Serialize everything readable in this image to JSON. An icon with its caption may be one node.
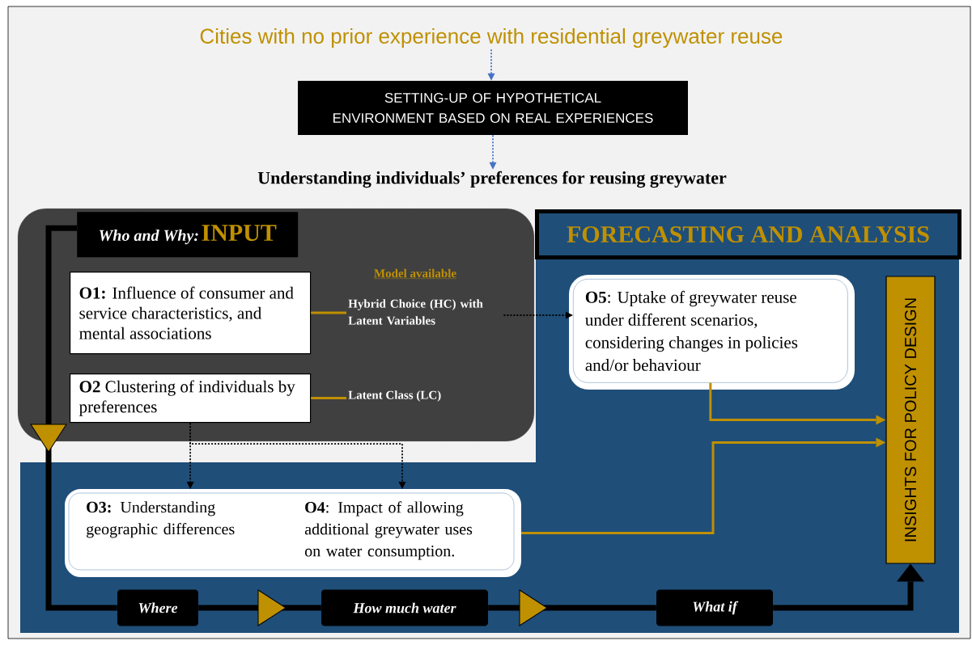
{
  "diagram": {
    "nodes": [
      {
        "text": [
          "Cities with no prior experience with residential greywater reuse"
        ]
      },
      {
        "text": [
          "SETTING-UP OF HYPOTHETICAL ENVIRONMENT BASED ON REAL EXPERIENCES"
        ]
      },
      {
        "text": [
          "Understanding individuals’ preferences for reusing greywater"
        ]
      },
      {
        "text": [
          "Who and Why:",
          "INPUT"
        ]
      },
      {
        "text": [
          "**O1:** Influence of consumer and service characteristics, and mental associations"
        ],
        "in": 3
      },
      {
        "text": [
          "**O2** Clustering of individuals by preferences"
        ],
        "in": 3
      },
      {
        "text": [
          "Hybrid Choice (HC) with Latent Variables"
        ],
        "in": 3
      },
      {
        "text": [
          "Latent Class (LC)"
        ],
        "in": 3
      },
      {
        "text": [
          "FORECASTING AND ANALYSIS"
        ]
      },
      {
        "text": [
          "**O5**: Uptake of greywater reuse under different scenarios, considering changes in policies and/or behaviour"
        ]
      },
      {
        "text": [
          "**O3:** Understanding geographic differences",
          "**O4**: Impact of allowing additional greywater uses on water consumption."
        ]
      },
      {
        "text": [
          "INSIGHTS FOR POLICY DESIGN"
        ]
      },
      {
        "text": [
          "Where"
        ]
      },
      {
        "text": [
          "How much water"
        ]
      },
      {
        "text": [
          "What if"
        ]
      }
    ],
    "edges": [
      {
        "from": 0,
        "to": 1,
        "arrow": "to",
        "style": "dashed",
        "color": "#4472c4"
      },
      {
        "from": 1,
        "to": 2,
        "arrow": "to",
        "style": "dashed",
        "color": "#4472c4"
      },
      {
        "from": 4,
        "to": 6,
        "arrow": "none",
        "color": "#bf9000"
      },
      {
        "from": 5,
        "to": 7,
        "arrow": "none",
        "color": "#bf9000"
      },
      {
        "from": 6,
        "to": 9,
        "arrow": "to",
        "style": "dashed"
      },
      {
        "from": 5,
        "to": 10,
        "arrow": "to",
        "style": "dashed"
      },
      {
        "from": 5,
        "to": 10,
        "arrow": "to",
        "style": "dashed"
      },
      {
        "from": 9,
        "to": 11,
        "arrow": "to",
        "color": "#bf9000"
      },
      {
        "from": 10,
        "to": 11,
        "arrow": "to",
        "color": "#bf9000"
      },
      {
        "from": 3,
        "to": 12,
        "arrow": "to",
        "style": "thick"
      },
      {
        "from": 12,
        "to": 13,
        "arrow": "to",
        "style": "thick"
      },
      {
        "from": 13,
        "to": 14,
        "arrow": "to",
        "style": "thick"
      },
      {
        "from": 14,
        "to": 11,
        "arrow": "to",
        "style": "thick"
      }
    ],
    "labels": [
      "Model available"
    ]
  }
}
